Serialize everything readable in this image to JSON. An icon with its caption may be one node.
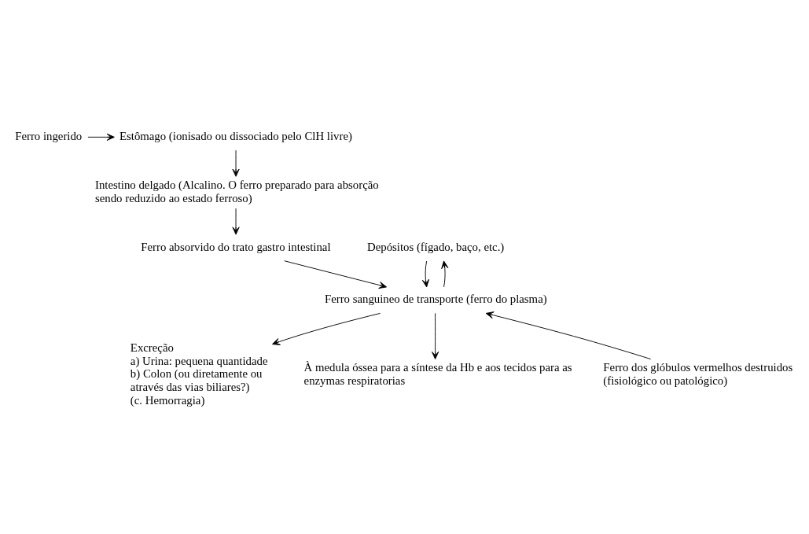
{
  "diagram": {
    "nodes": [
      {
        "text": [
          "Ferro ingerido"
        ]
      },
      {
        "text": [
          "Estômago (ionisado ou dissociado pelo ClH livre)"
        ]
      },
      {
        "text": [
          "Intestino delgado (Alcalino. O ferro preparado para absorção sendo reduzido ao estado ferroso)"
        ]
      },
      {
        "text": [
          "Ferro absorvido do trato gastro intestinal"
        ]
      },
      {
        "text": [
          "Depósitos (fígado, baço, etc.)"
        ]
      },
      {
        "text": [
          "Ferro sanguineo de transporte (ferro do plasma)"
        ]
      },
      {
        "text": [
          "Ferro dos glóbulos vermelhos destruidos (fisiológico ou patológico)"
        ]
      },
      {
        "text": [
          "Excreção",
          "a) Urina: pequena quantidade",
          "b) Colon (ou diretamente ou através das vias biliares?)",
          "(c. Hemorragia)"
        ]
      },
      {
        "text": [
          "À medula óssea para a síntese da Hb e aos tecidos para as enzymas respiratorias"
        ]
      }
    ],
    "edges": [
      {
        "from": 0,
        "to": 1,
        "arrow": "to"
      },
      {
        "from": 1,
        "to": 2,
        "arrow": "to"
      },
      {
        "from": 2,
        "to": 3,
        "arrow": "to"
      },
      {
        "from": 3,
        "to": 5,
        "arrow": "to"
      },
      {
        "from": 5,
        "to": 4,
        "arrow": "to"
      },
      {
        "from": 4,
        "to": 5,
        "arrow": "to"
      },
      {
        "from": 6,
        "to": 5,
        "arrow": "to"
      },
      {
        "from": 5,
        "to": 7,
        "arrow": "to"
      },
      {
        "from": 5,
        "to": 8,
        "arrow": "to"
      }
    ]
  }
}
